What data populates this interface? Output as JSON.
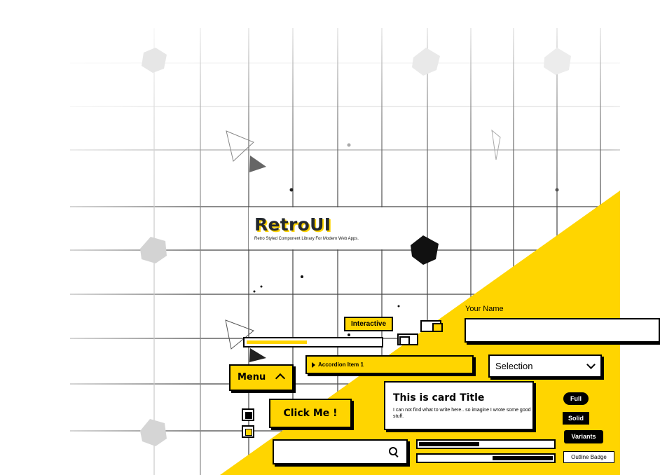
{
  "brand": {
    "title": "RetroUI",
    "subtitle": "Retro Styled Component Library For Modern Web Apps."
  },
  "components": {
    "interactive_label": "Interactive",
    "accordion_item": "Accordion Item 1",
    "menu_label": "Menu",
    "click_button": "Click Me !",
    "search_icon": "search-icon",
    "progress_top": 0.45,
    "progress_bar_1": 0.45,
    "progress_bar_2": 0.45,
    "checkbox_1_checked": true,
    "checkbox_2_checked": true
  },
  "card": {
    "title": "This is card Title",
    "body": "I can not find what to write here.. so imagine I wrote some good stuff."
  },
  "form": {
    "name_label": "Your Name",
    "name_value": "",
    "select_value": "Selection"
  },
  "badges": {
    "full": "Full",
    "solid": "Solid",
    "variants": "Variants",
    "outline": "Outline Badge"
  },
  "colors": {
    "accent": "#ffd500",
    "ink": "#000000",
    "title_text": "#24292e",
    "background": "#ffffff"
  }
}
